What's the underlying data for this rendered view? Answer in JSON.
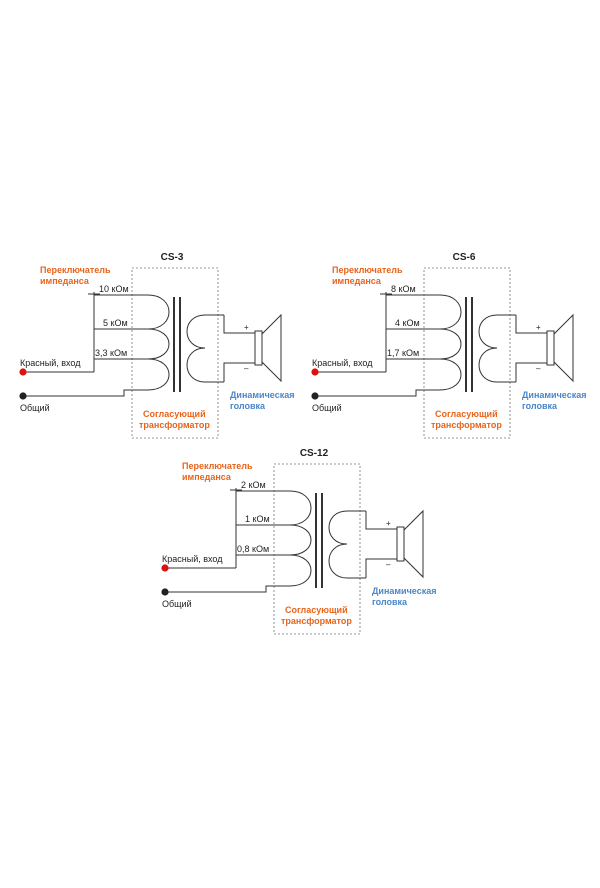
{
  "diagrams": [
    {
      "id": "cs3",
      "title": "CS-3",
      "switch_label": [
        "Переключатель",
        "импеданса"
      ],
      "taps": [
        "10 кОм",
        "5 кОм",
        "3,3 кОм"
      ],
      "input_label": "Красный, вход",
      "common_label": "Общий",
      "transformer_label": [
        "Согласующий",
        "трансформатор"
      ],
      "speaker_label": [
        "Динамическая",
        "головка"
      ],
      "plus": "+",
      "minus": "–"
    },
    {
      "id": "cs6",
      "title": "CS-6",
      "switch_label": [
        "Переключатель",
        "импеданса"
      ],
      "taps": [
        "8 кОм",
        "4 кОм",
        "1,7 кОм"
      ],
      "input_label": "Красный, вход",
      "common_label": "Общий",
      "transformer_label": [
        "Согласующий",
        "трансформатор"
      ],
      "speaker_label": [
        "Динамическая",
        "головка"
      ],
      "plus": "+",
      "minus": "–"
    },
    {
      "id": "cs12",
      "title": "CS-12",
      "switch_label": [
        "Переключатель",
        "импеданса"
      ],
      "taps": [
        "2 кОм",
        "1 кОм",
        "0,8 кОм"
      ],
      "input_label": "Красный, вход",
      "common_label": "Общий",
      "transformer_label": [
        "Согласующий",
        "трансформатор"
      ],
      "speaker_label": [
        "Динамическая",
        "головка"
      ],
      "plus": "+",
      "minus": "–"
    }
  ],
  "colors": {
    "orange": "#e8641b",
    "blue": "#4a86c8",
    "red_terminal": "#e01010",
    "black_terminal": "#222222",
    "wire": "#333333"
  }
}
